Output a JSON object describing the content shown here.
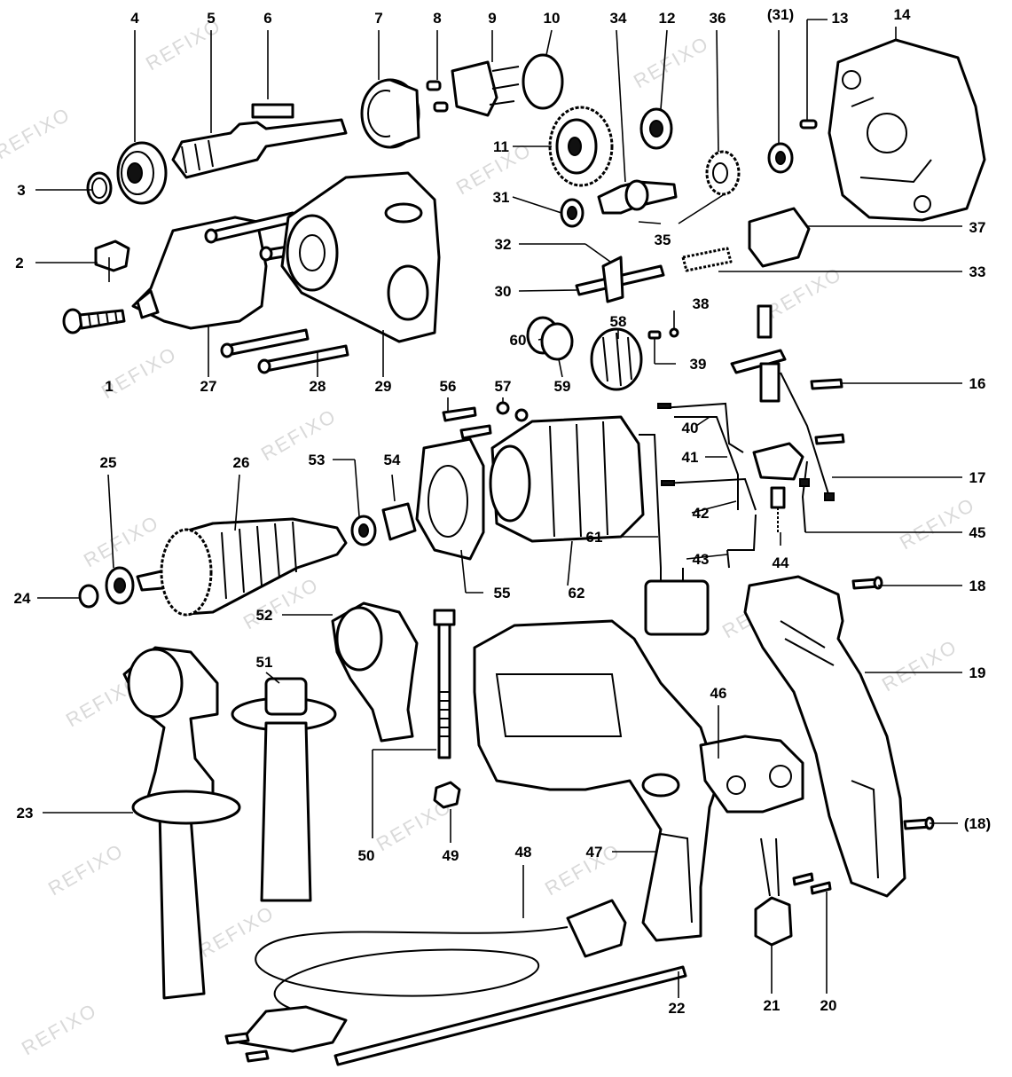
{
  "watermark": "REFIXO",
  "labels": {
    "p1": "1",
    "p2": "2",
    "p3": "3",
    "p4": "4",
    "p5": "5",
    "p6": "6",
    "p7": "7",
    "p8": "8",
    "p9": "9",
    "p10": "10",
    "p11": "11",
    "p12": "12",
    "p13": "13",
    "p14": "14",
    "p16": "16",
    "p17": "17",
    "p18": "18",
    "p18b": "(18)",
    "p19": "19",
    "p20": "20",
    "p21": "21",
    "p22": "22",
    "p23": "23",
    "p24": "24",
    "p25": "25",
    "p26": "26",
    "p27": "27",
    "p28": "28",
    "p29": "29",
    "p30": "30",
    "p31": "31",
    "p31b": "(31)",
    "p32": "32",
    "p33": "33",
    "p34": "34",
    "p35": "35",
    "p36": "36",
    "p37": "37",
    "p38": "38",
    "p39": "39",
    "p40": "40",
    "p41": "41",
    "p42": "42",
    "p43": "43",
    "p44": "44",
    "p45": "45",
    "p46": "46",
    "p47": "47",
    "p48": "48",
    "p49": "49",
    "p50": "50",
    "p51": "51",
    "p52": "52",
    "p53": "53",
    "p54": "54",
    "p55": "55",
    "p56": "56",
    "p57": "57",
    "p58": "58",
    "p59": "59",
    "p60": "60",
    "p61": "61",
    "p62": "62"
  },
  "colors": {
    "ink": "#000000",
    "paper": "#ffffff",
    "watermark": "#d9d9d9"
  }
}
